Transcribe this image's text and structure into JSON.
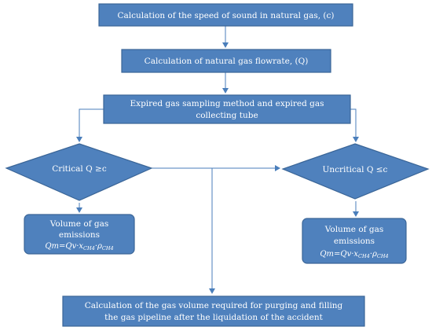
{
  "colors": {
    "fill": "#4F81BD",
    "stroke": "#3A6597",
    "connector": "#4A7EBB",
    "text": "#FFFFFF"
  },
  "nodes": {
    "step1": "Calculation of the speed of sound in natural gas, (c)",
    "step2": "Calculation of natural gas flowrate, (Q)",
    "step3": {
      "line1": "Expired gas sampling method and expired gas",
      "line2": "collecting tube"
    },
    "decision_left": "Critical Q ≥c",
    "decision_right": "Uncritical Q ≤c",
    "volume_left": {
      "line1": "Volume of gas",
      "line2": "emissions",
      "formula_main": "Qm=Qv·x",
      "formula_sub1": "CH4",
      "formula_mid": "·ρ",
      "formula_sub2": "CH4"
    },
    "volume_right": {
      "line1": "Volume of gas",
      "line2": "emissions",
      "formula_main": "Qm=Qv·x",
      "formula_sub1": "CH4",
      "formula_mid": "·ρ",
      "formula_sub2": "CH4"
    },
    "final": {
      "line1": "Calculation of the gas volume required for purging and filling",
      "line2": "the gas pipeline after the liquidation of the accident"
    }
  }
}
